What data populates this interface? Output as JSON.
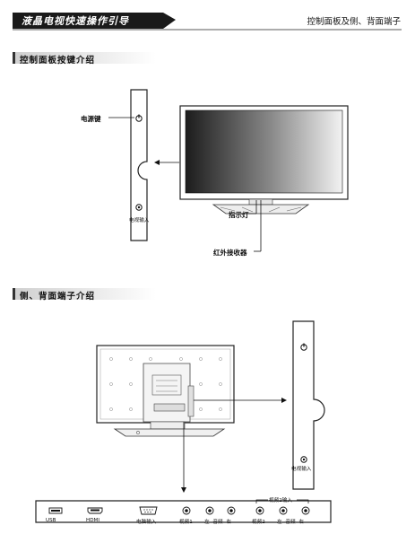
{
  "header": {
    "title": "液晶电视快速操作引导",
    "section": "控制面板及侧、背面端子"
  },
  "section1": {
    "title": "控制面板按键介绍",
    "power_key_label": "电源键",
    "tv_input_label": "电视输入",
    "indicator_label": "指示灯",
    "ir_receiver_label": "红外接收器"
  },
  "section2": {
    "title": "侧、背面端子介绍",
    "tv_input_label": "电视输入",
    "ports": {
      "usb": "USB",
      "hdmi": "HDMI",
      "pc_input": "电脑输入",
      "video1": "视频1",
      "audio1": "左 -音频- 右",
      "video2_group": "视频2输入",
      "video2": "视频2",
      "audio2": "左 -音频- 右"
    }
  }
}
